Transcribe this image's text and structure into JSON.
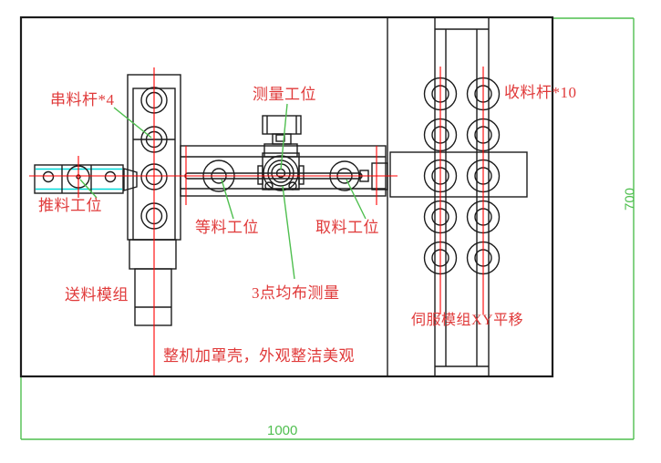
{
  "drawing": {
    "type": "machine-layout-cad-top-view",
    "colors": {
      "line_black": "#1c1c1c",
      "centerline_red": "#ff0000",
      "label_red": "#e03a3a",
      "dimension_green": "#4fbf4f",
      "guide_cyan": "#00d8d8",
      "background": "#ffffff"
    },
    "labels": {
      "string_rods": "串料杆*4",
      "measuring_station": "测量工位",
      "collecting_rods": "收料杆*10",
      "pushing_station": "推料工位",
      "waiting_station": "等料工位",
      "picking_station": "取料工位",
      "feeding_module": "送料模组",
      "three_point_note": "3点均布测量",
      "servo_module": "伺服模组XY平移",
      "cover_note": "整机加罩壳，外观整洁美观"
    },
    "dimensions": {
      "overall_width": "1000",
      "overall_height": "700"
    }
  }
}
